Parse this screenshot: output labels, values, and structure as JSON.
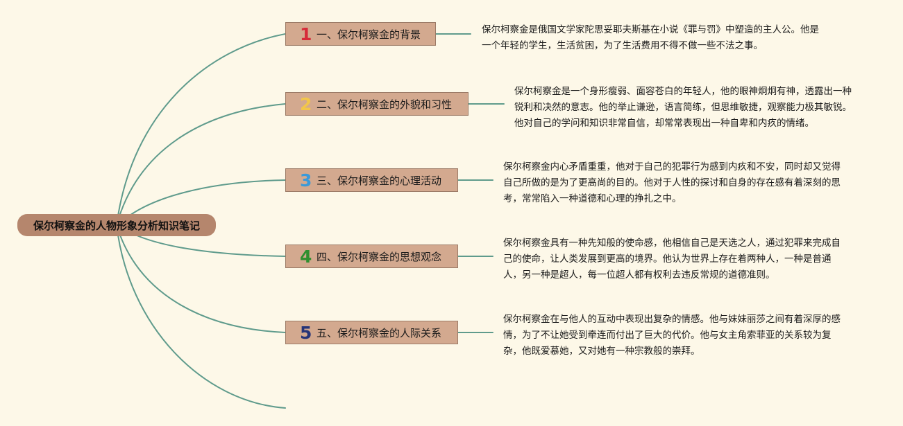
{
  "root": {
    "title": "保尔柯察金的人物形象分析知识笔记"
  },
  "colors": {
    "background": "#fdf8e8",
    "connector": "#5f9b8c",
    "root_fill": "#b5866d",
    "branch_fill": "#d3a98f"
  },
  "branches": [
    {
      "number": "1",
      "number_color": "#d62b3a",
      "label": "一、保尔柯察金的背景",
      "description": "保尔柯察金是俄国文学家陀思妥耶夫斯基在小说《罪与罚》中塑造的主人公。他是一个年轻的学生，生活贫困，为了生活费用不得不做一些不法之事。"
    },
    {
      "number": "2",
      "number_color": "#f2c64a",
      "label": "二、保尔柯察金的外貌和习性",
      "description": "保尔柯察金是一个身形瘦弱、面容苍白的年轻人，他的眼神炯炯有神，透露出一种锐利和决然的意志。他的举止谦逊，语言简练，但思维敏捷，观察能力极其敏锐。他对自己的学问和知识非常自信，却常常表现出一种自卑和内疚的情绪。"
    },
    {
      "number": "3",
      "number_color": "#3a9ad9",
      "label": "三、保尔柯察金的心理活动",
      "description": "保尔柯察金内心矛盾重重，他对于自己的犯罪行为感到内疚和不安，同时却又觉得自己所做的是为了更高尚的目的。他对于人性的探讨和自身的存在感有着深刻的思考，常常陷入一种道德和心理的挣扎之中。"
    },
    {
      "number": "4",
      "number_color": "#2f8f2f",
      "label": "四、保尔柯察金的思想观念",
      "description": "保尔柯察金具有一种先知般的使命感，他相信自己是天选之人，通过犯罪来完成自己的使命，让人类发展到更高的境界。他认为世界上存在着两种人，一种是普通人，另一种是超人，每一位超人都有权利去违反常规的道德准则。"
    },
    {
      "number": "5",
      "number_color": "#263478",
      "label": "五、保尔柯察金的人际关系",
      "description": "保尔柯察金在与他人的互动中表现出复杂的情感。他与妹妹丽莎之间有着深厚的感情，为了不让她受到牵连而付出了巨大的代价。他与女主角索菲亚的关系较为复杂，他既爱慕她，又对她有一种宗教般的崇拜。"
    }
  ]
}
